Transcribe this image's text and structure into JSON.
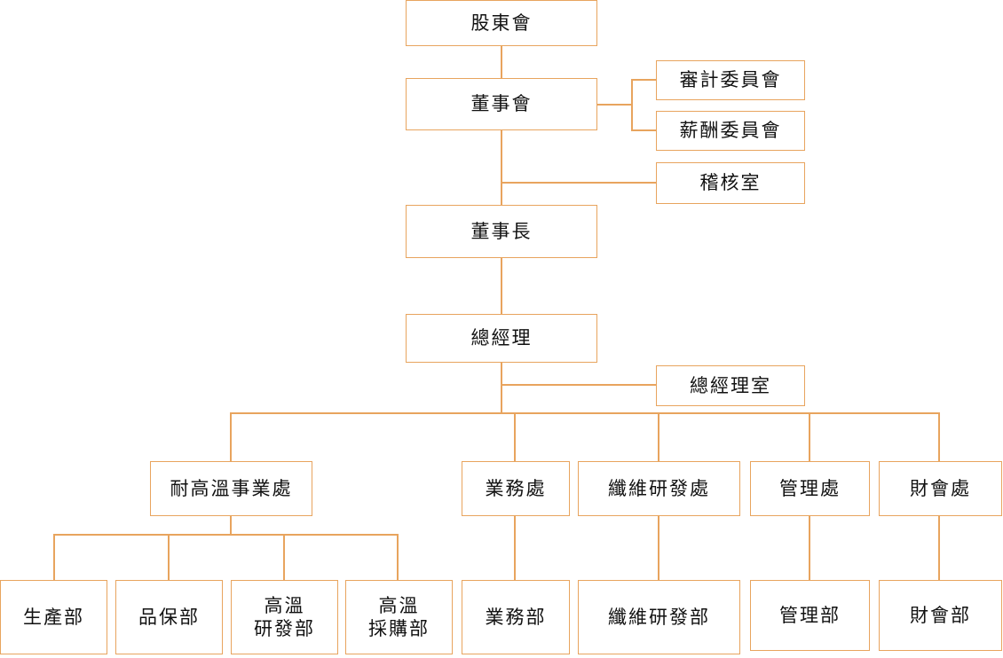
{
  "colors": {
    "line": "#e8a45e",
    "border": "#e8a45e",
    "text": "#111111",
    "background": "#ffffff"
  },
  "nodes": {
    "shareholders": "股東會",
    "board": "董事會",
    "audit_committee": "審計委員會",
    "compensation_committee": "薪酬委員會",
    "internal_audit": "稽核室",
    "chairman": "董事長",
    "general_manager": "總經理",
    "gm_office": "總經理室",
    "high_temp_division": "耐高溫事業處",
    "sales_division": "業務處",
    "fiber_rd_division": "纖維研發處",
    "management_division": "管理處",
    "finance_division": "財會處",
    "production_dept": "生產部",
    "quality_dept": "品保部",
    "ht_rd_dept": "高溫\n研發部",
    "ht_purchasing_dept": "高溫\n採購部",
    "sales_dept": "業務部",
    "fiber_rd_dept": "纖維研發部",
    "management_dept": "管理部",
    "finance_dept": "財會部"
  }
}
